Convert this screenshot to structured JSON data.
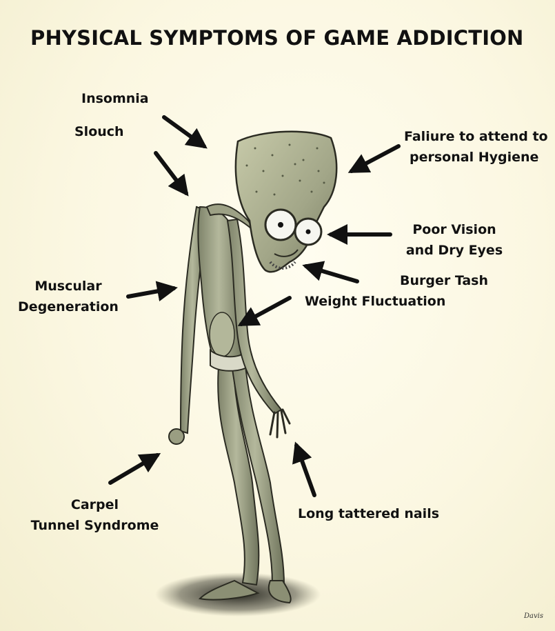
{
  "title": "PHYSICAL SYMPTOMS OF GAME ADDICTION",
  "labels": {
    "insomnia": "Insomnia",
    "slouch": "Slouch",
    "hygiene_line1": "Faliure to attend to",
    "hygiene_line2": "personal Hygiene",
    "vision_line1": "Poor Vision",
    "vision_line2": "and Dry Eyes",
    "burger_tash": "Burger Tash",
    "weight": "Weight Fluctuation",
    "muscular_line1": "Muscular",
    "muscular_line2": "Degeneration",
    "carpel_line1": "Carpel",
    "carpel_line2": "Tunnel Syndrome",
    "nails": "Long tattered nails"
  },
  "signature": "Davis",
  "colors": {
    "background": "#fbf7e1",
    "text": "#111111",
    "figure_skin": "#a7ab8e",
    "figure_outline": "#2b2b22"
  }
}
